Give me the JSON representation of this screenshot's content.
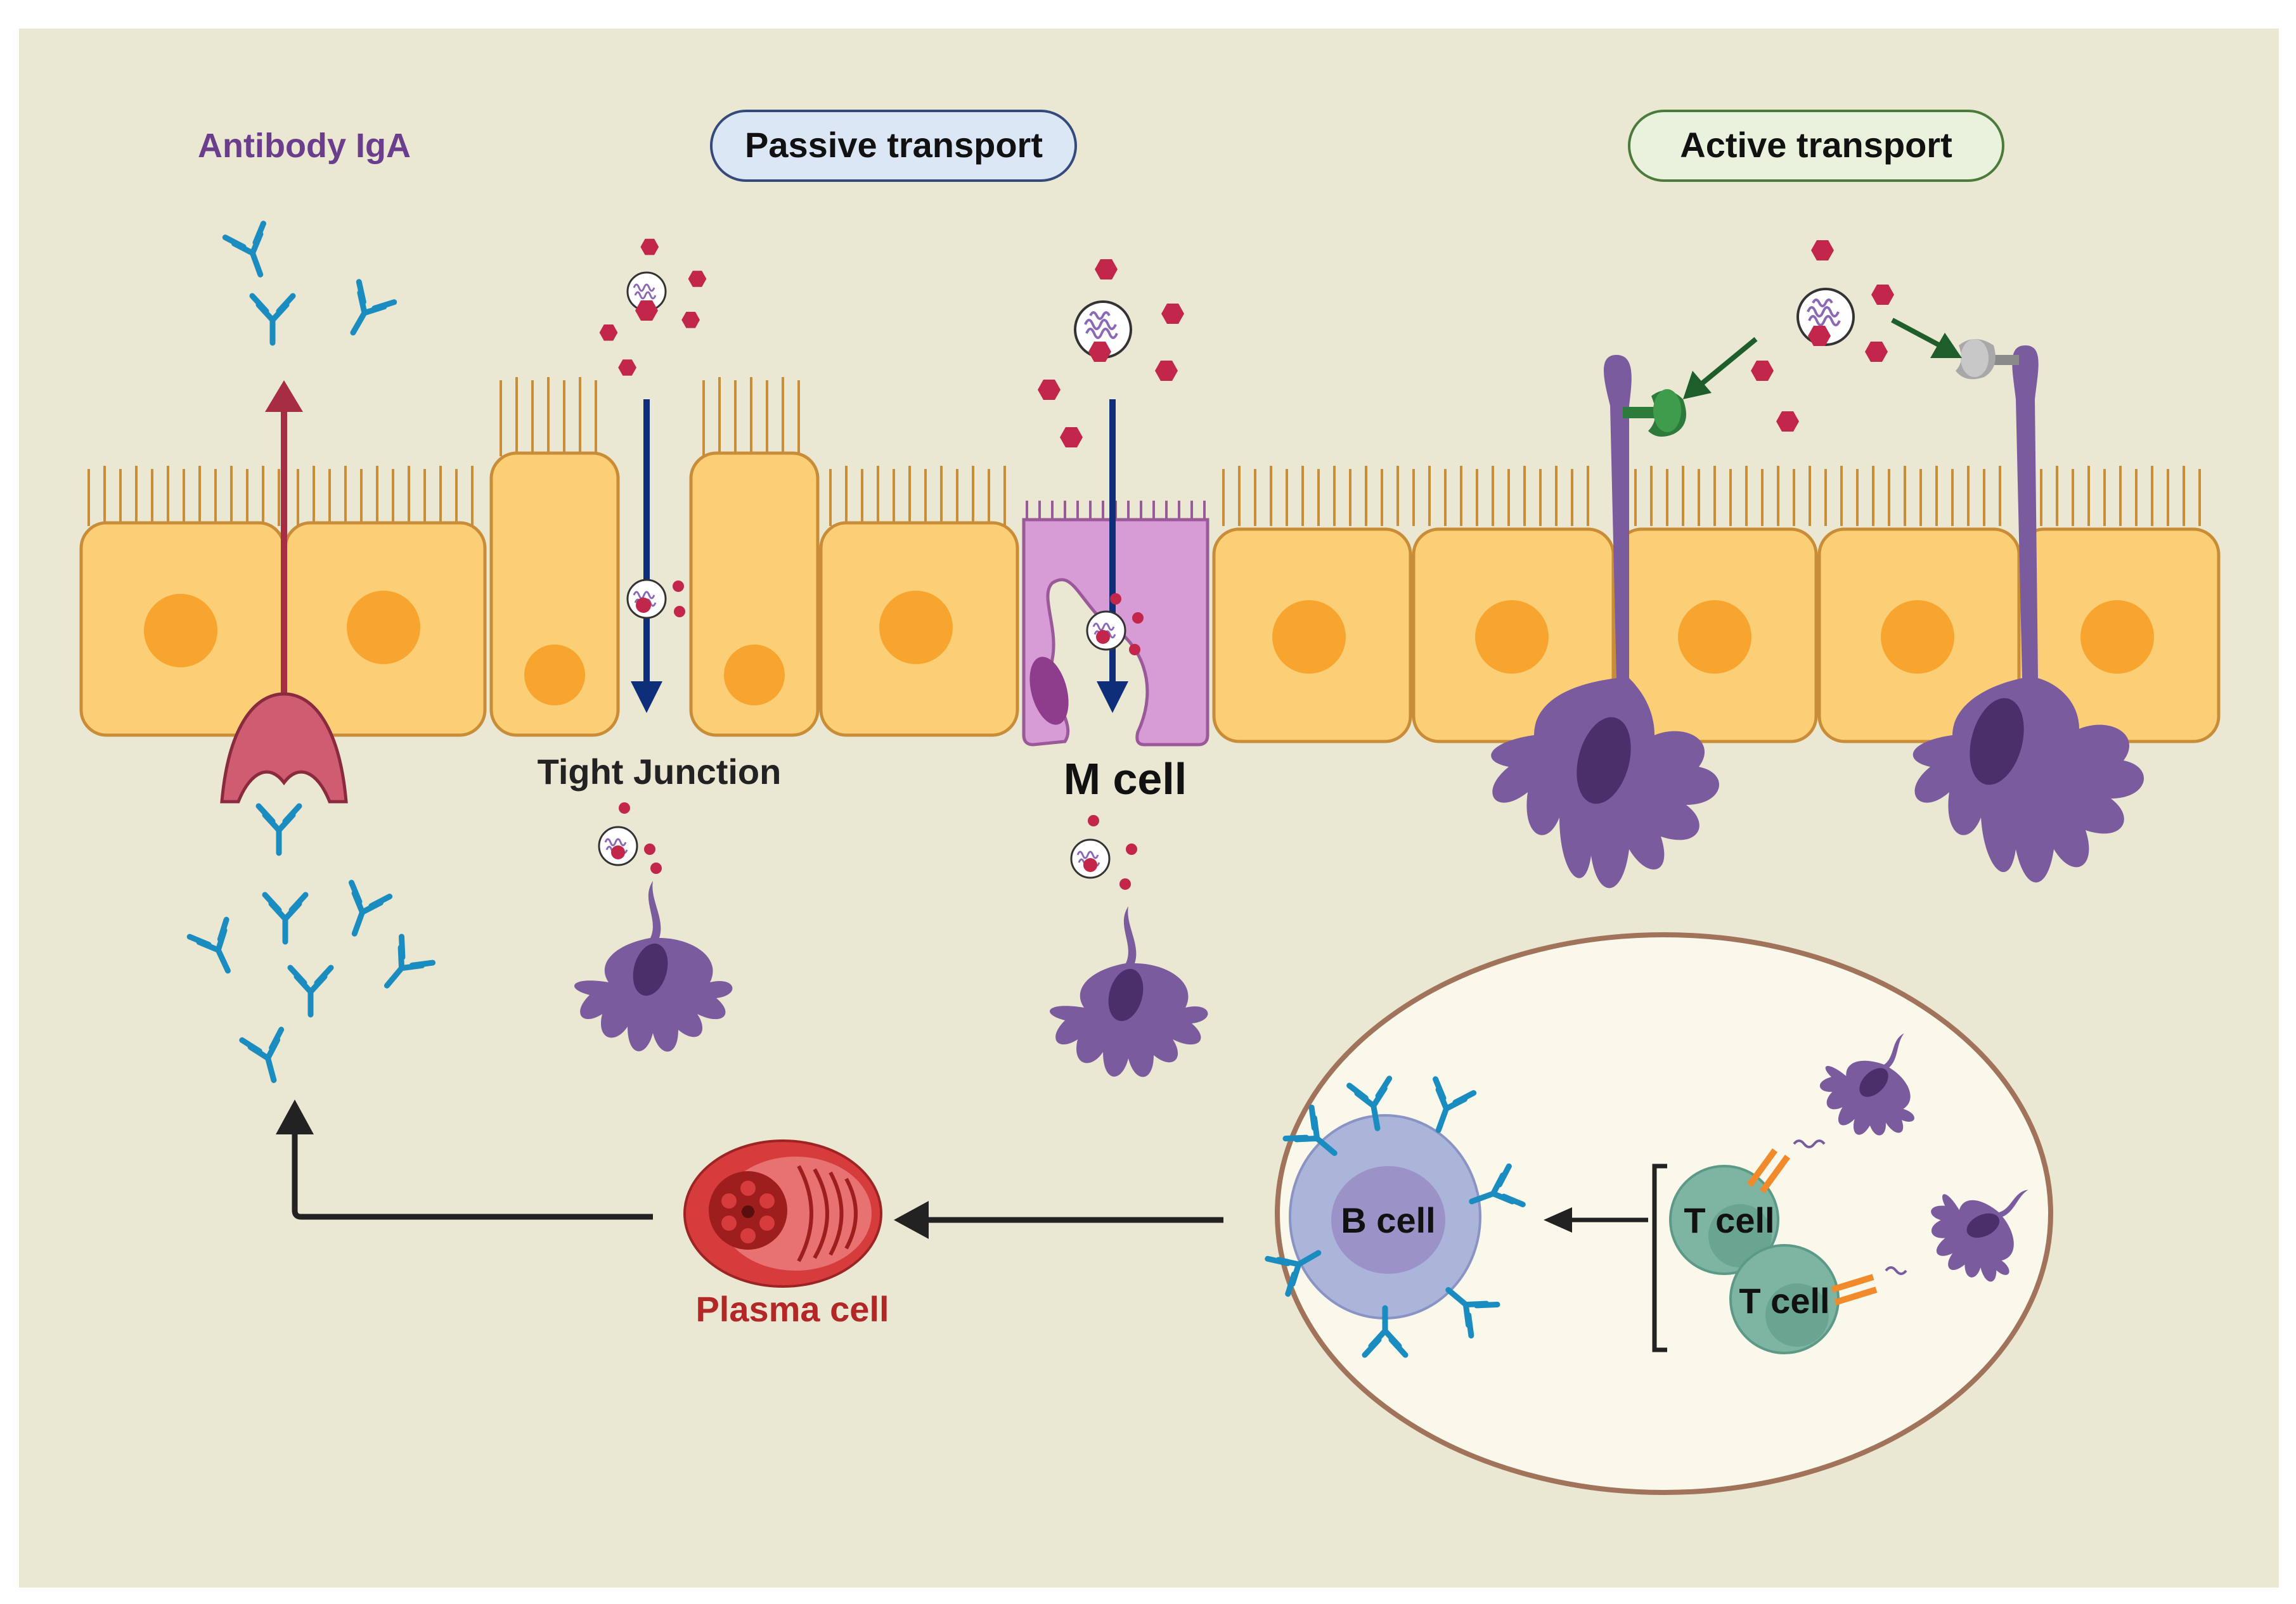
{
  "labels": {
    "antibody_iga": "Antibody IgA",
    "passive_transport": "Passive transport",
    "active_transport": "Active transport",
    "tight_junction": "Tight Junction",
    "m_cell": "M cell",
    "plasma_cell": "Plasma cell",
    "b_cell": "B cell",
    "t_cell_1": "T cell",
    "t_cell_2": "T cell"
  },
  "colors": {
    "background": "#EAE8D3",
    "epithelial_cell": "#FCCF76",
    "epithelial_outline": "#C98D38",
    "nucleus": "#F8A52F",
    "m_cell": "#D79BD6",
    "dendritic_cell": "#7A5C9E",
    "antigen": "#C2264A",
    "antibody": "#1A8CC0",
    "receptor": "#D05C72",
    "plasma_cell": "#D63C3C",
    "b_cell": "#ABB4D9",
    "t_cell": "#7DB5A2",
    "lymph_ellipse_fill": "#FAF8EA",
    "lymph_ellipse_stroke": "#A0735A",
    "arrow_blue": "#0E2E7A",
    "arrow_red": "#A62D43",
    "arrow_green": "#1E5E2A",
    "label_antibody": "#6A3E8C",
    "label_plasma": "#B32727"
  }
}
